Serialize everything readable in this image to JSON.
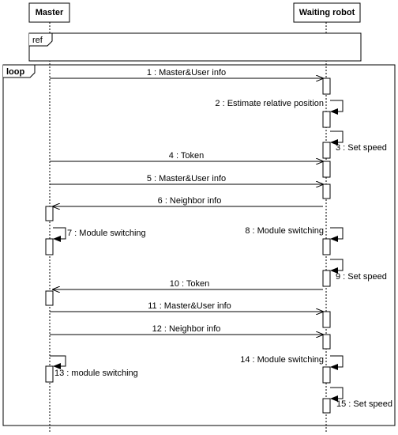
{
  "participants": {
    "master": "Master",
    "robot": "Waiting robot"
  },
  "ref_label": "ref",
  "loop_label": "loop",
  "messages": [
    {
      "n": 1,
      "text": "1 : Master&User info",
      "from": "master",
      "to": "robot"
    },
    {
      "n": 2,
      "text": "2 : Estimate relative position",
      "from": "robot",
      "to": "robot"
    },
    {
      "n": 3,
      "text": "3 : Set speed",
      "from": "robot",
      "to": "robot"
    },
    {
      "n": 4,
      "text": "4 : Token",
      "from": "master",
      "to": "robot"
    },
    {
      "n": 5,
      "text": "5 : Master&User info",
      "from": "master",
      "to": "robot"
    },
    {
      "n": 6,
      "text": "6 : Neighbor info",
      "from": "robot",
      "to": "master"
    },
    {
      "n": 7,
      "text": "7 : Module switching",
      "from": "master",
      "to": "master"
    },
    {
      "n": 8,
      "text": "8 : Module switching",
      "from": "robot",
      "to": "robot"
    },
    {
      "n": 9,
      "text": "9 : Set speed",
      "from": "robot",
      "to": "robot"
    },
    {
      "n": 10,
      "text": "10 : Token",
      "from": "robot",
      "to": "master"
    },
    {
      "n": 11,
      "text": "11 : Master&User info",
      "from": "master",
      "to": "robot"
    },
    {
      "n": 12,
      "text": "12 : Neighbor info",
      "from": "master",
      "to": "robot"
    },
    {
      "n": 13,
      "text": "13 : module switching",
      "from": "master",
      "to": "master"
    },
    {
      "n": 14,
      "text": "14 : Module switching",
      "from": "robot",
      "to": "robot"
    },
    {
      "n": 15,
      "text": "15 : Set speed",
      "from": "robot",
      "to": "robot"
    }
  ],
  "colors": {
    "line": "#000000",
    "frame": "#000000",
    "background": "#ffffff"
  }
}
